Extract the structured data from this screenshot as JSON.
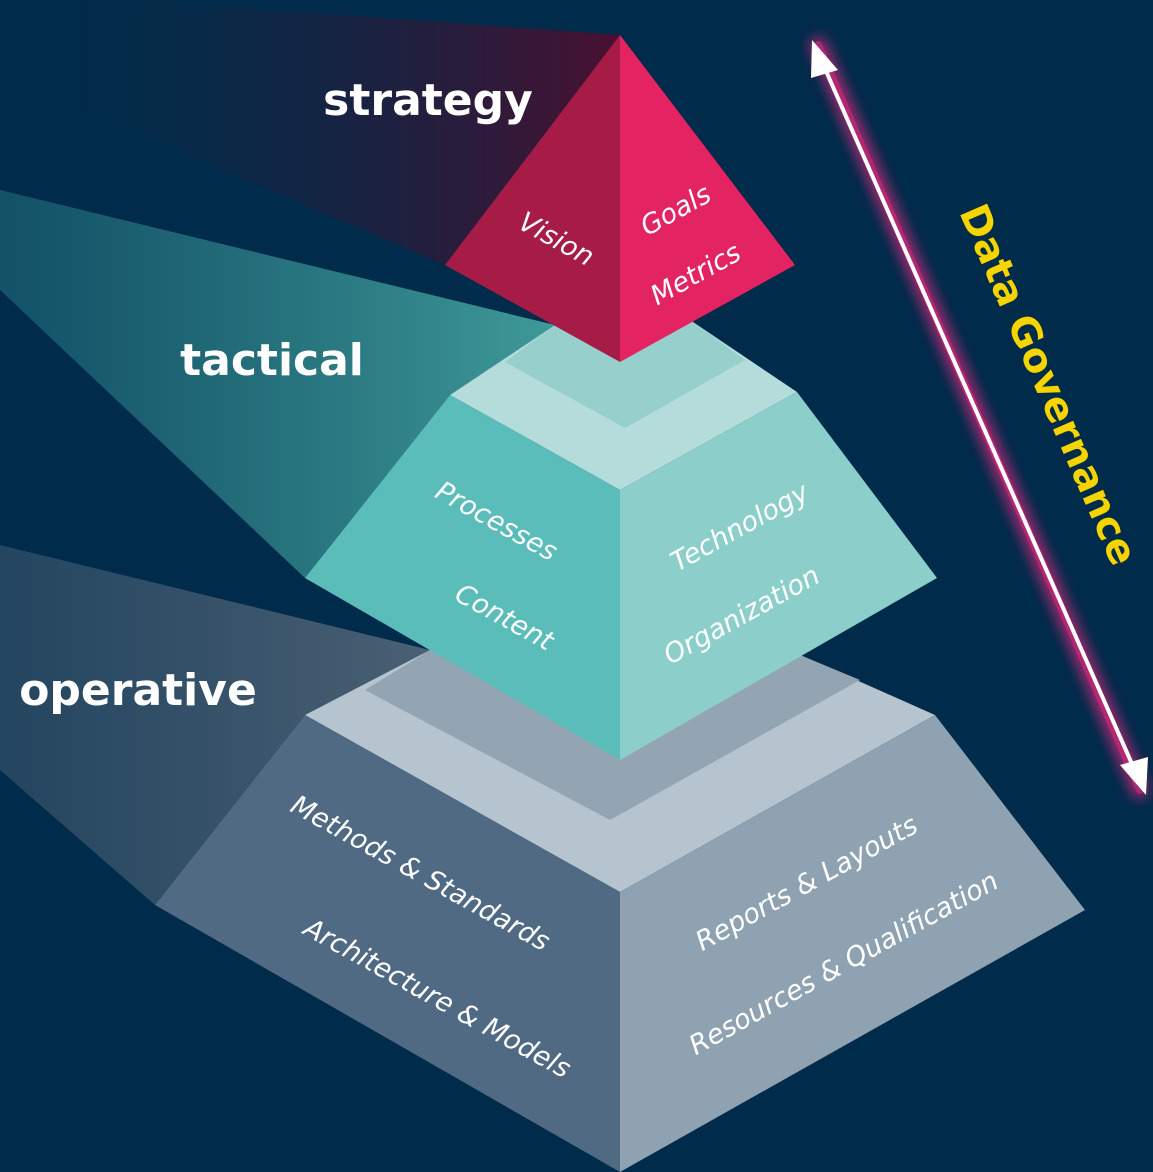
{
  "levels": {
    "strategy": {
      "label": "strategy",
      "left_face": [
        "Vision"
      ],
      "right_face": [
        "Goals",
        "Metrics"
      ]
    },
    "tactical": {
      "label": "tactical",
      "left_face": [
        "Processes",
        "Content"
      ],
      "right_face": [
        "Technology",
        "Organization"
      ]
    },
    "operative": {
      "label": "operative",
      "left_face": [
        "Methods & Standards",
        "Architecture  & Models"
      ],
      "right_face": [
        "Reports & Layouts",
        "Resources & Qualification"
      ]
    }
  },
  "governance": {
    "label": "Data Governance",
    "arrow": "double-headed-arrow-icon"
  },
  "colors": {
    "background": "#002b4a",
    "strategy_left": "#a61c47",
    "strategy_right": "#e42362",
    "tactical_left": "#5bbdb9",
    "tactical_right": "#8ccfca",
    "tactical_top": "#b3dcdb",
    "operative_left": "#506a84",
    "operative_right": "#8fa2b1",
    "operative_top": "#b5c4cf",
    "governance_text": "#f5d400",
    "arrow_glow": "#d2287a"
  }
}
